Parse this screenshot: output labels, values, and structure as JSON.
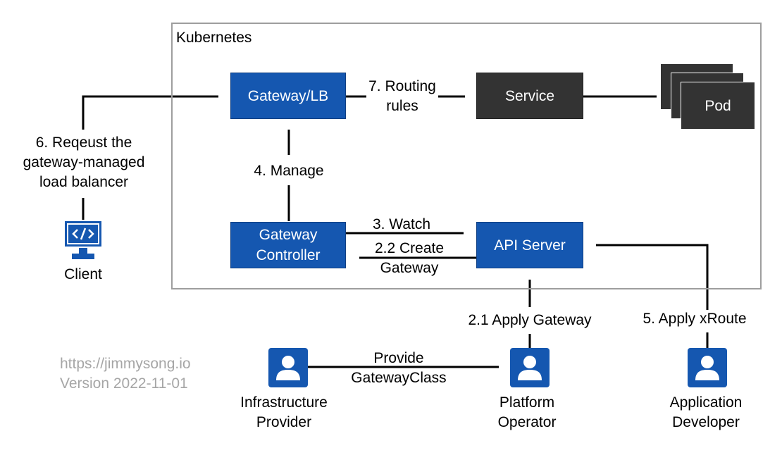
{
  "cluster": {
    "label": "Kubernetes"
  },
  "nodes": {
    "gateway_lb": "Gateway/LB",
    "service": "Service",
    "pod": "Pod",
    "gateway_controller": [
      "Gateway",
      "Controller"
    ],
    "api_server": "API Server"
  },
  "edges": {
    "routing_rules": [
      "7. Routing",
      "rules"
    ],
    "manage": "4. Manage",
    "watch": "3. Watch",
    "create_gateway": [
      "2.2 Create",
      "Gateway"
    ],
    "request_lb": [
      "6. Reqeust the",
      "gateway-managed",
      "load balancer"
    ],
    "apply_gateway": "2.1 Apply Gateway",
    "apply_xroute": "5. Apply xRoute",
    "provide_gatewayclass": [
      "Provide",
      "GatewayClass"
    ]
  },
  "actors": {
    "client": "Client",
    "infra_provider": [
      "Infrastructure",
      "Provider"
    ],
    "platform_operator": [
      "Platform",
      "Operator"
    ],
    "app_developer": [
      "Application",
      "Developer"
    ]
  },
  "watermark": {
    "url": "https://jimmysong.io",
    "version": "Version 2022-11-01"
  },
  "colors": {
    "blue_box": "#1557b0",
    "dark_box": "#333333",
    "border": "#9e9e9e",
    "watermark_text": "#a6a6a6"
  },
  "icons": [
    "monitor-code-icon",
    "user-icon"
  ]
}
